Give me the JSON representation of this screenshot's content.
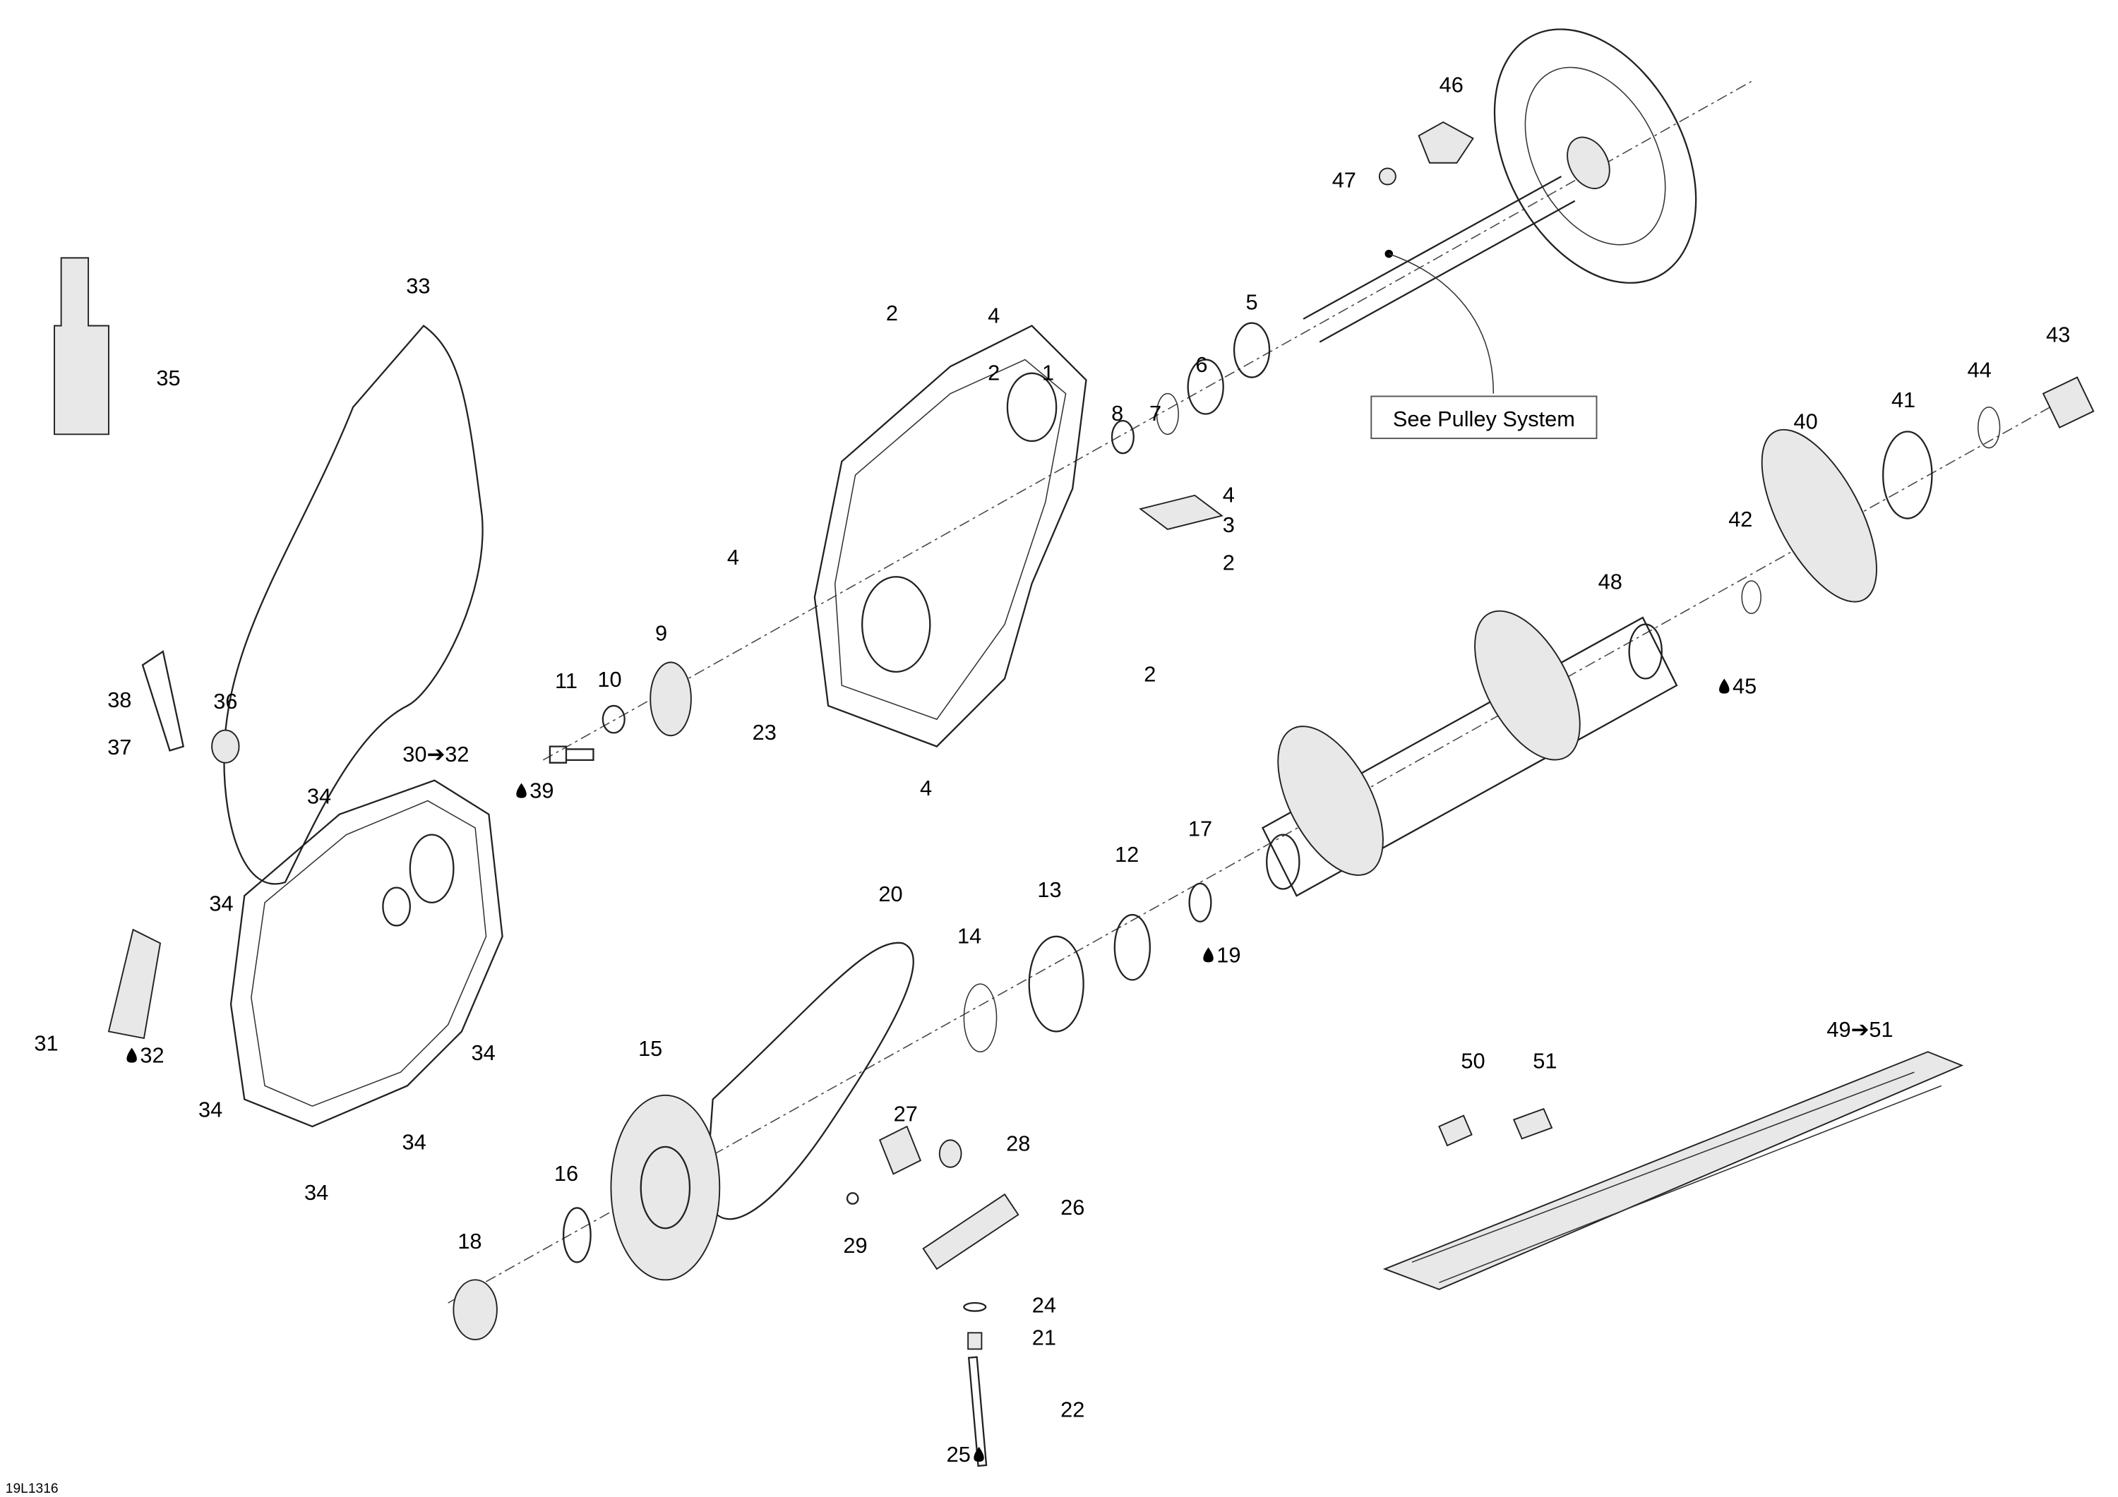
{
  "diagram_code": "19L1316",
  "reference_box": "See Pulley System",
  "callouts": [
    {
      "text": "2"
    },
    {
      "text": "4"
    },
    {
      "text": "2"
    },
    {
      "text": "1"
    },
    {
      "text": "8"
    },
    {
      "text": "7"
    },
    {
      "text": "6"
    },
    {
      "text": "5"
    },
    {
      "text": "46"
    },
    {
      "text": "47"
    },
    {
      "text": "43"
    },
    {
      "text": "44"
    },
    {
      "text": "41"
    },
    {
      "text": "40"
    },
    {
      "text": "42"
    },
    {
      "text": "4"
    },
    {
      "text": "3"
    },
    {
      "text": "2"
    },
    {
      "text": "48"
    },
    {
      "text": "45",
      "lubricant": true
    },
    {
      "text": "4"
    },
    {
      "text": "9"
    },
    {
      "text": "11"
    },
    {
      "text": "10"
    },
    {
      "text": "2"
    },
    {
      "text": "23"
    },
    {
      "text": "4"
    },
    {
      "text": "33"
    },
    {
      "text": "35"
    },
    {
      "text": "38"
    },
    {
      "text": "36"
    },
    {
      "text": "37"
    },
    {
      "text": "30➔32"
    },
    {
      "text": "34"
    },
    {
      "text": "39",
      "lubricant": true
    },
    {
      "text": "34"
    },
    {
      "text": "31"
    },
    {
      "text": "32",
      "lubricant": true
    },
    {
      "text": "34"
    },
    {
      "text": "34"
    },
    {
      "text": "34"
    },
    {
      "text": "34"
    },
    {
      "text": "20"
    },
    {
      "text": "14"
    },
    {
      "text": "13"
    },
    {
      "text": "12"
    },
    {
      "text": "17"
    },
    {
      "text": "19",
      "lubricant": true
    },
    {
      "text": "15"
    },
    {
      "text": "16"
    },
    {
      "text": "18"
    },
    {
      "text": "27"
    },
    {
      "text": "28"
    },
    {
      "text": "26"
    },
    {
      "text": "29"
    },
    {
      "text": "24"
    },
    {
      "text": "21"
    },
    {
      "text": "22"
    },
    {
      "text": "25",
      "lubricant": true,
      "drop_after": true
    },
    {
      "text": "49➔51"
    },
    {
      "text": "50"
    },
    {
      "text": "51"
    }
  ]
}
